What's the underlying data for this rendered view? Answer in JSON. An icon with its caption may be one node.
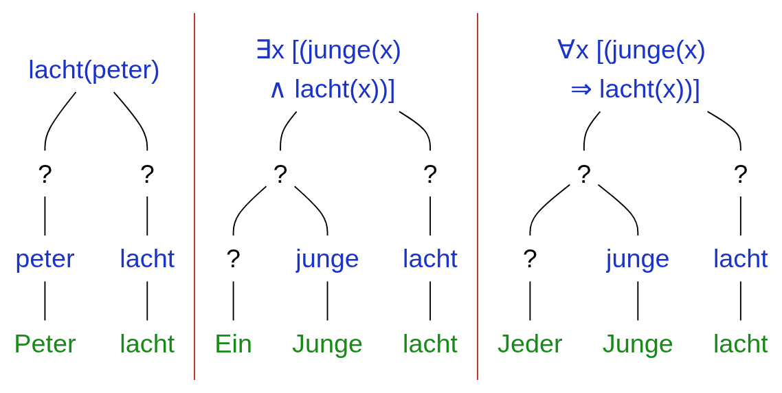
{
  "diagram": {
    "nodes": [
      {
        "text": [
          "lacht(peter)"
        ]
      },
      {
        "text": [
          "?"
        ]
      },
      {
        "text": [
          "?"
        ]
      },
      {
        "text": [
          "peter"
        ]
      },
      {
        "text": [
          "lacht"
        ]
      },
      {
        "text": [
          "Peter"
        ]
      },
      {
        "text": [
          "lacht"
        ]
      },
      {
        "text": [
          "∃x [(junge(x) ∧ lacht(x))]"
        ]
      },
      {
        "text": [
          "?"
        ]
      },
      {
        "text": [
          "?"
        ]
      },
      {
        "text": [
          "?"
        ]
      },
      {
        "text": [
          "junge"
        ]
      },
      {
        "text": [
          "lacht"
        ]
      },
      {
        "text": [
          "Ein"
        ]
      },
      {
        "text": [
          "Junge"
        ]
      },
      {
        "text": [
          "lacht"
        ]
      },
      {
        "text": [
          "∀x [(junge(x) ⇒ lacht(x))]"
        ]
      },
      {
        "text": [
          "?"
        ]
      },
      {
        "text": [
          "?"
        ]
      },
      {
        "text": [
          "?"
        ]
      },
      {
        "text": [
          "junge"
        ]
      },
      {
        "text": [
          "lacht"
        ]
      },
      {
        "text": [
          "Jeder"
        ]
      },
      {
        "text": [
          "Junge"
        ]
      },
      {
        "text": [
          "lacht"
        ]
      }
    ],
    "edges": [
      {
        "from": 0,
        "to": 1,
        "arrow": "none"
      },
      {
        "from": 0,
        "to": 2,
        "arrow": "none"
      },
      {
        "from": 1,
        "to": 3,
        "arrow": "none"
      },
      {
        "from": 2,
        "to": 4,
        "arrow": "none"
      },
      {
        "from": 3,
        "to": 5,
        "arrow": "none"
      },
      {
        "from": 4,
        "to": 6,
        "arrow": "none"
      },
      {
        "from": 7,
        "to": 8,
        "arrow": "none"
      },
      {
        "from": 7,
        "to": 9,
        "arrow": "none"
      },
      {
        "from": 8,
        "to": 10,
        "arrow": "none"
      },
      {
        "from": 8,
        "to": 11,
        "arrow": "none"
      },
      {
        "from": 9,
        "to": 12,
        "arrow": "none"
      },
      {
        "from": 10,
        "to": 13,
        "arrow": "none"
      },
      {
        "from": 11,
        "to": 14,
        "arrow": "none"
      },
      {
        "from": 12,
        "to": 15,
        "arrow": "none"
      },
      {
        "from": 16,
        "to": 17,
        "arrow": "none"
      },
      {
        "from": 16,
        "to": 18,
        "arrow": "none"
      },
      {
        "from": 17,
        "to": 19,
        "arrow": "none"
      },
      {
        "from": 17,
        "to": 20,
        "arrow": "none"
      },
      {
        "from": 18,
        "to": 21,
        "arrow": "none"
      },
      {
        "from": 19,
        "to": 22,
        "arrow": "none"
      },
      {
        "from": 20,
        "to": 23,
        "arrow": "none"
      },
      {
        "from": 21,
        "to": 24,
        "arrow": "none"
      }
    ]
  }
}
